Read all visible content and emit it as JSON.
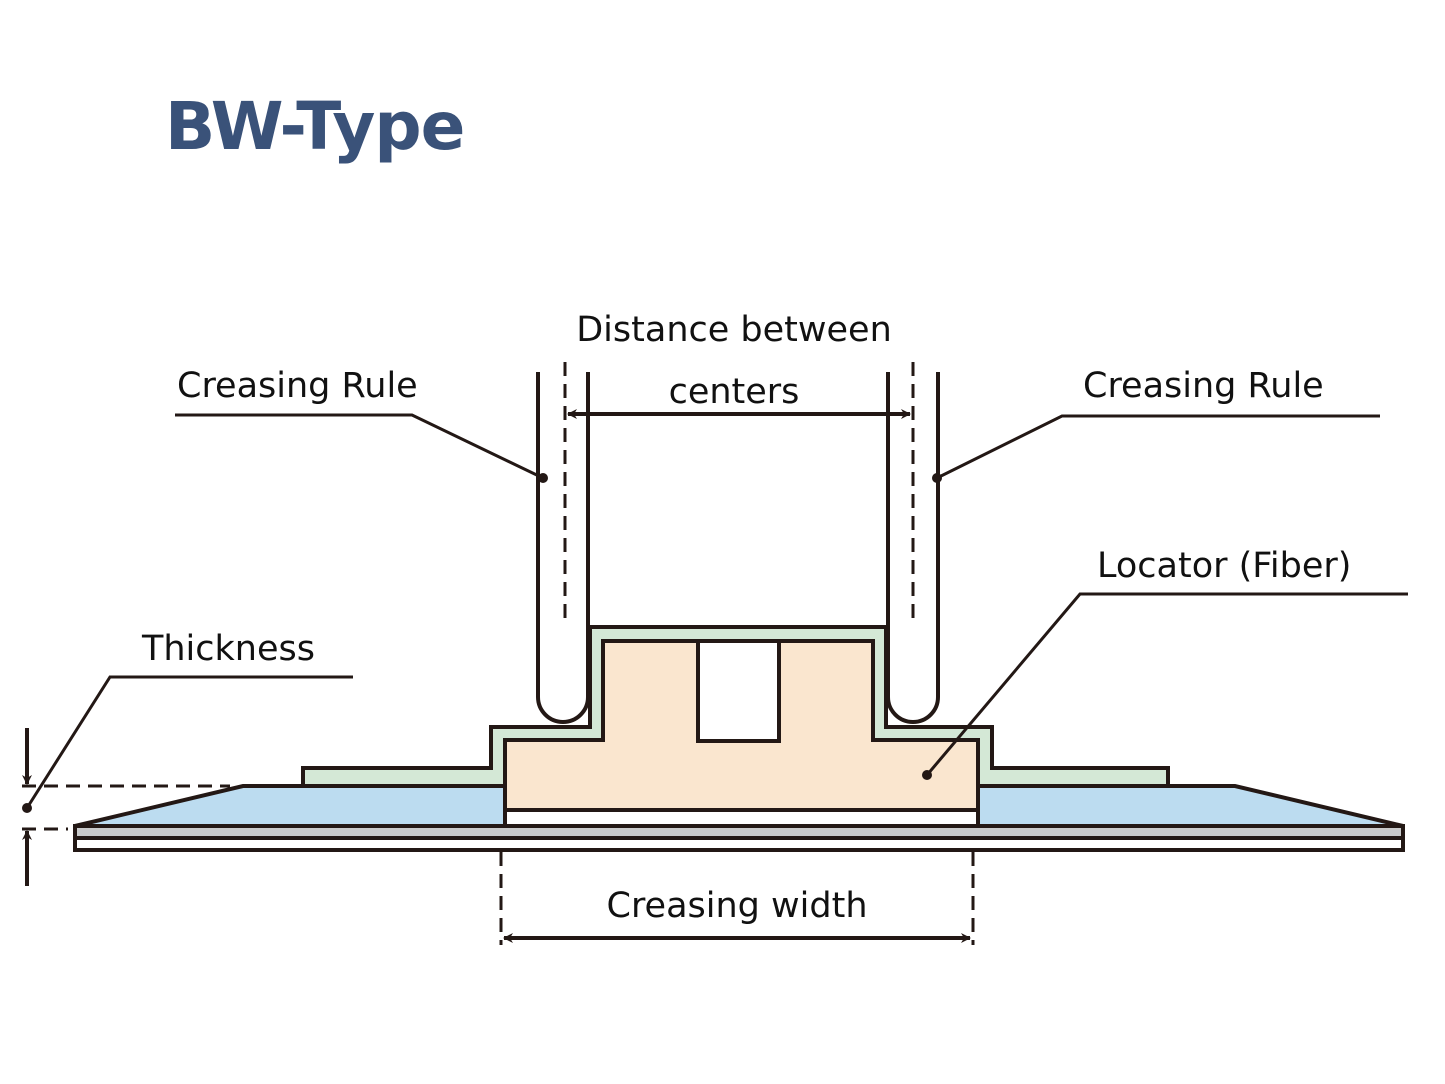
{
  "title": "BW-Type",
  "colors": {
    "title": "#3a5279",
    "stroke": "#231815",
    "locator_fiber": "#fae6cf",
    "green_layer": "#d4e8d6",
    "blue_layer": "#bcdcf0",
    "grey_layer": "#c9cacb"
  },
  "labels": {
    "distance_line1": "Distance between",
    "distance_line2": "centers",
    "creasing_rule_left": "Creasing Rule",
    "creasing_rule_right": "Creasing Rule",
    "locator": "Locator (Fiber)",
    "thickness": "Thickness",
    "creasing_width": "Creasing width"
  }
}
